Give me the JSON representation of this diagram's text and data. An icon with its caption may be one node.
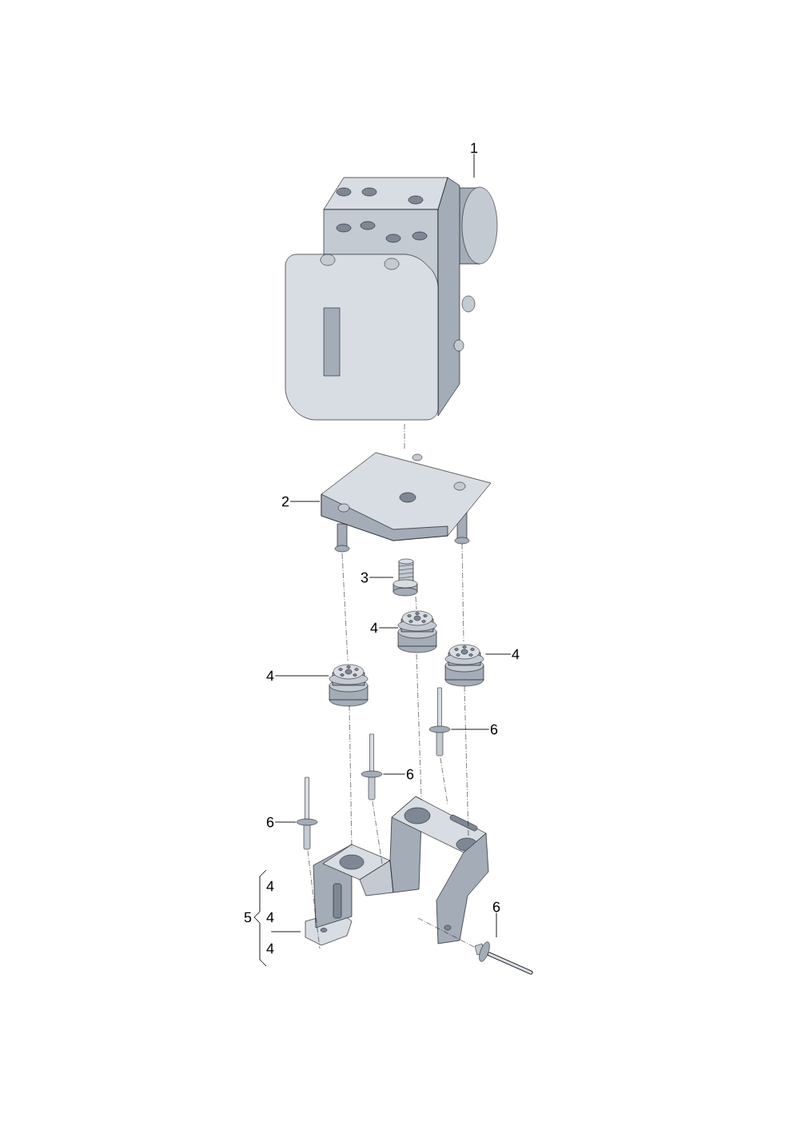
{
  "diagram": {
    "nodes": [
      {
        "text": [
          "1"
        ]
      },
      {
        "text": [
          "2"
        ]
      },
      {
        "text": [
          "3"
        ]
      },
      {
        "text": [
          "4"
        ]
      },
      {
        "text": [
          "4"
        ]
      },
      {
        "text": [
          "4"
        ]
      },
      {
        "text": [
          "6"
        ]
      },
      {
        "text": [
          "6"
        ]
      },
      {
        "text": [
          "6"
        ]
      },
      {
        "text": [
          "6"
        ]
      },
      {
        "text": [
          "5"
        ]
      },
      {
        "text": [],
        "shape": "picture"
      },
      {
        "text": [],
        "shape": "picture"
      },
      {
        "text": [],
        "shape": "picture"
      },
      {
        "text": [],
        "shape": "picture"
      },
      {
        "text": [],
        "shape": "picture"
      },
      {
        "text": [],
        "shape": "picture"
      },
      {
        "text": [],
        "shape": "picture"
      },
      {
        "text": [],
        "shape": "picture"
      },
      {
        "text": [],
        "shape": "picture"
      },
      {
        "text": [],
        "shape": "picture"
      },
      {
        "text": [],
        "shape": "picture"
      }
    ],
    "edges": [
      {
        "from": 0,
        "to": 11,
        "arrow": "none"
      },
      {
        "from": 1,
        "to": 12,
        "arrow": "none"
      },
      {
        "from": 2,
        "to": 13,
        "arrow": "none"
      },
      {
        "from": 3,
        "to": 14,
        "arrow": "none"
      },
      {
        "from": 4,
        "to": 15,
        "arrow": "none"
      },
      {
        "from": 5,
        "to": 16,
        "arrow": "none"
      },
      {
        "from": 6,
        "to": 17,
        "arrow": "none"
      },
      {
        "from": 7,
        "to": 18,
        "arrow": "none"
      },
      {
        "from": 8,
        "to": 19,
        "arrow": "none"
      },
      {
        "from": 9,
        "to": 20,
        "arrow": "none"
      },
      {
        "from": 10,
        "to": 21,
        "arrow": "none"
      },
      {
        "from": 11,
        "to": 12,
        "arrow": "none",
        "style": "dashed"
      },
      {
        "from": 12,
        "to": 16,
        "arrow": "none",
        "style": "dashed"
      },
      {
        "from": 12,
        "to": 15,
        "arrow": "none",
        "style": "dashed"
      },
      {
        "from": 13,
        "to": 14,
        "arrow": "none",
        "style": "dashed"
      },
      {
        "from": 16,
        "to": 21,
        "arrow": "none",
        "style": "dashed"
      },
      {
        "from": 14,
        "to": 21,
        "arrow": "none",
        "style": "dashed"
      },
      {
        "from": 15,
        "to": 21,
        "arrow": "none",
        "style": "dashed"
      },
      {
        "from": 17,
        "to": 21,
        "arrow": "none",
        "style": "dashed"
      },
      {
        "from": 18,
        "to": 21,
        "arrow": "none",
        "style": "dashed"
      },
      {
        "from": 19,
        "to": 21,
        "arrow": "none",
        "style": "dashed"
      },
      {
        "from": 20,
        "to": 21,
        "arrow": "none",
        "style": "dashed"
      }
    ],
    "labels": [
      "4",
      "4",
      "4"
    ]
  }
}
